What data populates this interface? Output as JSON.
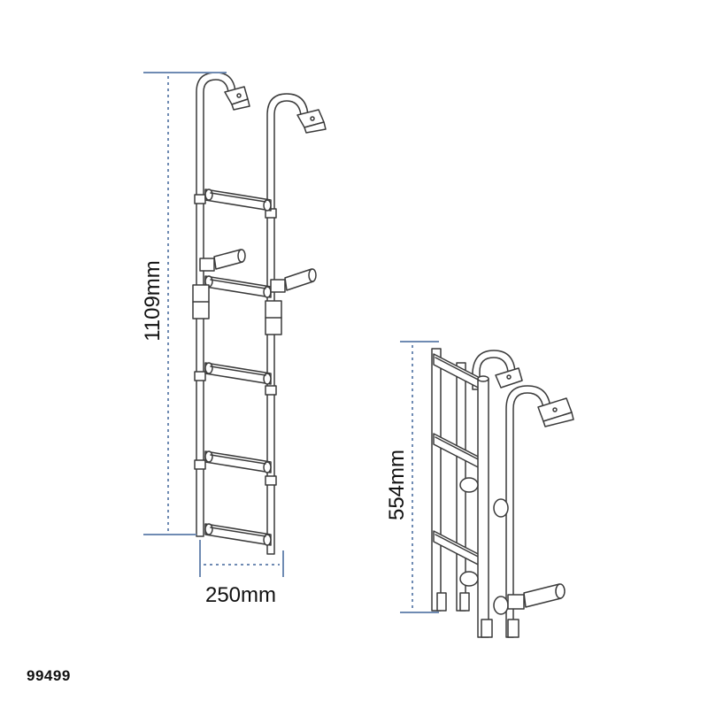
{
  "dimensions": {
    "extended_height": "1109mm",
    "width": "250mm",
    "folded_height": "554mm"
  },
  "part_number": "99499",
  "colors": {
    "dimension_line": "#6f8bb3",
    "outline": "#3a3a3a",
    "fill": "#ffffff"
  }
}
